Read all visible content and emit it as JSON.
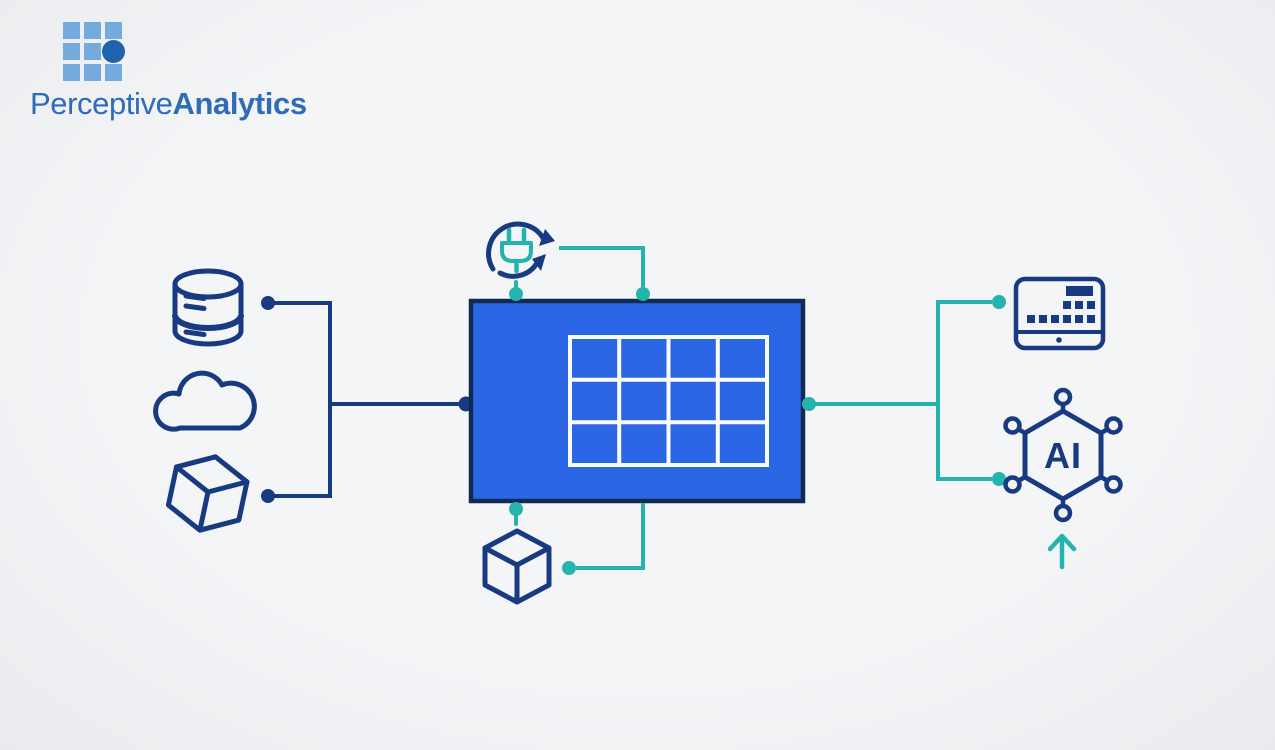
{
  "colors": {
    "background": "#f2f3f5",
    "navy": "#183a80",
    "teal": "#25b3ae",
    "panel_fill": "#2b66e4",
    "panel_border": "#0f2a55",
    "grid_line": "#fafbfd",
    "logo_square": "#74aadc",
    "logo_circle": "#2063ac",
    "logo_text": "#2f6cb7"
  },
  "logo": {
    "text_regular": "Perceptive",
    "text_bold": "Analytics",
    "grid_rows": 3,
    "grid_cols": 3,
    "accent_cell": "middle-right-circle"
  },
  "diagram": {
    "ai_label": "AI",
    "sources": [
      {
        "icon": "database-icon"
      },
      {
        "icon": "cloud-icon"
      },
      {
        "icon": "storage-cube-icon"
      }
    ],
    "center_panel": {
      "icon": "table-grid-icon",
      "grid_rows": 3,
      "grid_cols": 4
    },
    "top_node": {
      "icon": "plug-sync-icon"
    },
    "bottom_node": {
      "icon": "package-cube-icon"
    },
    "outputs": [
      {
        "icon": "dashboard-icon"
      },
      {
        "icon": "ai-hexagon-icon",
        "label": "AI"
      },
      {
        "icon": "upload-arrow-icon"
      }
    ]
  }
}
